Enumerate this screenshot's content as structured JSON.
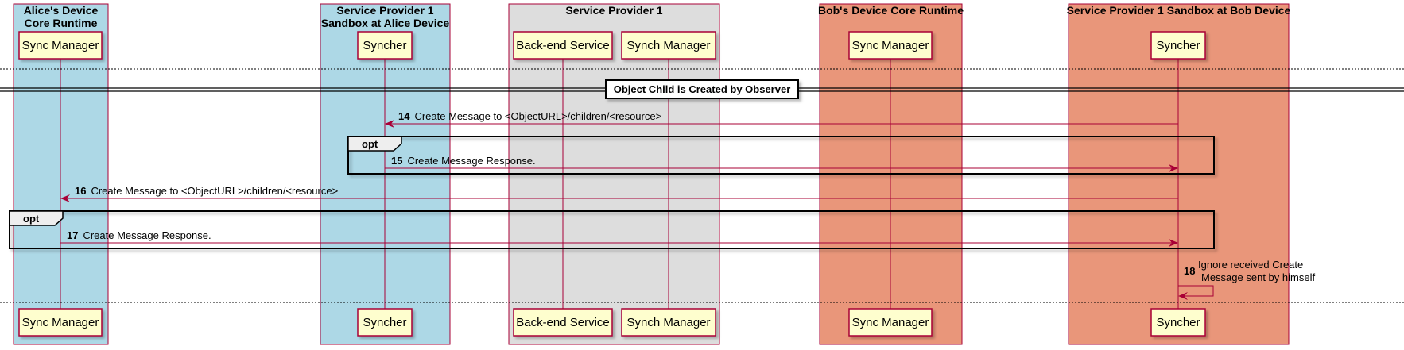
{
  "boxes": [
    {
      "id": "alice-core",
      "title_lines": [
        "Alice's Device",
        "Core Runtime"
      ],
      "color": "#add8e6"
    },
    {
      "id": "sp1-alice",
      "title_lines": [
        "Service Provider 1",
        "Sandbox at Alice Device"
      ],
      "color": "#add8e6"
    },
    {
      "id": "sp1",
      "title_lines": [
        "Service Provider 1"
      ],
      "color": "#dddddd"
    },
    {
      "id": "bob-core",
      "title_lines": [
        "Bob's Device Core Runtime"
      ],
      "color": "#e9967a"
    },
    {
      "id": "sp1-bob",
      "title_lines": [
        "Service Provider 1 Sandbox at Bob Device"
      ],
      "color": "#e9967a"
    }
  ],
  "participants": [
    {
      "id": "alice-sync",
      "label": "Sync Manager"
    },
    {
      "id": "alice-syncher",
      "label": "Syncher"
    },
    {
      "id": "backend",
      "label": "Back-end Service"
    },
    {
      "id": "sp1-sync",
      "label": "Synch Manager"
    },
    {
      "id": "bob-sync",
      "label": "Sync Manager"
    },
    {
      "id": "bob-syncher",
      "label": "Syncher"
    }
  ],
  "divider": {
    "label": "Object Child is Created by Observer"
  },
  "messages": [
    {
      "num": "14",
      "text": "Create Message to <ObjectURL>/children/<resource>",
      "from": "bob-syncher",
      "to": "alice-syncher"
    },
    {
      "num": "15",
      "text": "Create Message Response.",
      "from": "alice-syncher",
      "to": "bob-syncher"
    },
    {
      "num": "16",
      "text": "Create Message to <ObjectURL>/children/<resource>",
      "from": "bob-syncher",
      "to": "alice-sync"
    },
    {
      "num": "17",
      "text": "Create Message Response.",
      "from": "alice-sync",
      "to": "bob-syncher"
    },
    {
      "num": "18",
      "text_lines": [
        "Ignore received Create",
        "Message sent by himself"
      ],
      "from": "bob-syncher",
      "to": "bob-syncher"
    }
  ],
  "opt_frames": [
    {
      "label": "opt"
    },
    {
      "label": "opt"
    }
  ],
  "colors": {
    "lifeline": "#a80036",
    "participant_fill": "#fefece",
    "participant_border": "#a80036",
    "arrow": "#a80036",
    "frame": "#000000"
  }
}
